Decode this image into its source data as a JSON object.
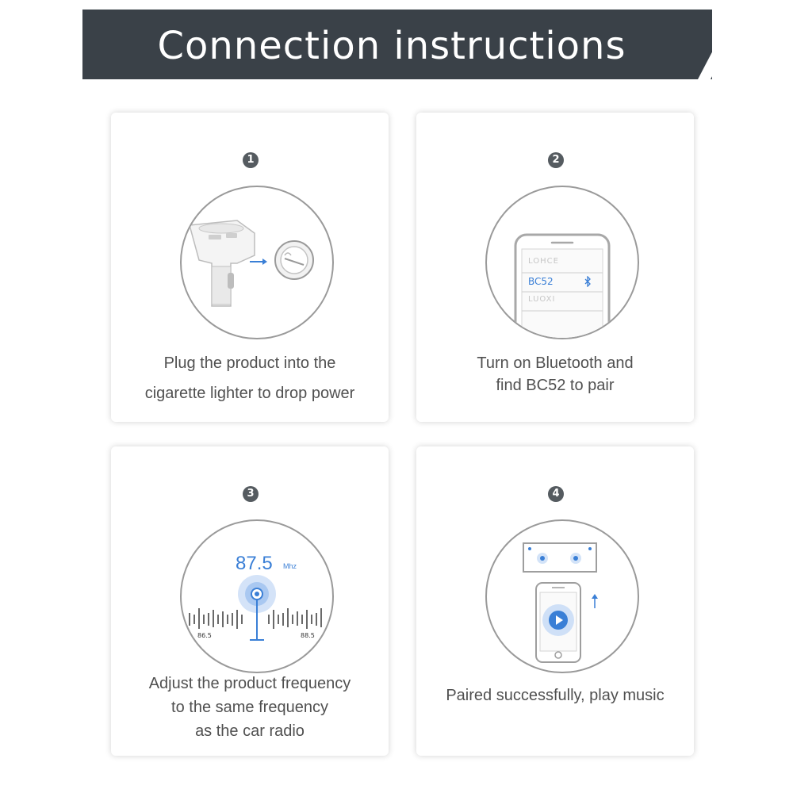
{
  "banner": {
    "title": "Connection instructions"
  },
  "steps": [
    {
      "number": "1",
      "caption_lines": [
        "Plug the product into the",
        "cigarette lighter to drop power"
      ]
    },
    {
      "number": "2",
      "caption_lines": [
        "Turn on Bluetooth and",
        "find BC52 to pair"
      ],
      "phone_list": [
        "LOHCE",
        "BC52",
        "LUOXI"
      ]
    },
    {
      "number": "3",
      "caption_lines": [
        "Adjust the product frequency",
        "to the same frequency",
        "as the car radio"
      ],
      "frequency": "87.5",
      "frequency_unit": "Mhz",
      "dial_left": "86.5",
      "dial_right": "88.5"
    },
    {
      "number": "4",
      "caption_lines": [
        "Paired successfully, play music"
      ]
    }
  ],
  "colors": {
    "banner_bg": "#3a4148",
    "accent_blue": "#3a7fd6",
    "text_gray": "#505050"
  }
}
